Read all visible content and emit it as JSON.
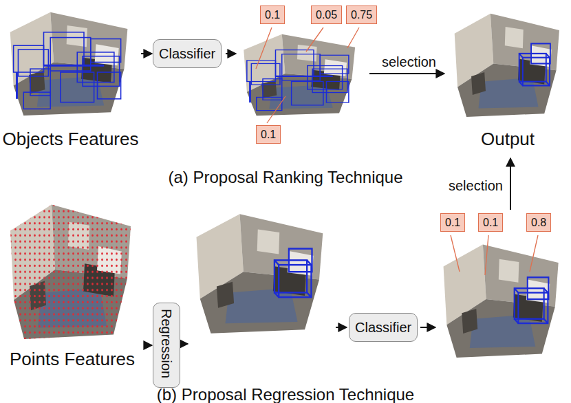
{
  "diagram": {
    "nodes": [
      {
        "text": [
          "Objects Features"
        ]
      },
      {
        "text": [
          "Classifier"
        ]
      },
      {
        "text": [
          "0.1"
        ]
      },
      {
        "text": [
          "0.05"
        ]
      },
      {
        "text": [
          "0.75"
        ]
      },
      {
        "text": [
          "0.1"
        ]
      },
      {
        "text": [
          "Output"
        ]
      },
      {
        "text": [
          "Points Features"
        ]
      },
      {
        "text": [
          "Regression"
        ]
      },
      {
        "text": [
          "Classifier"
        ]
      },
      {
        "text": [
          "0.1"
        ]
      },
      {
        "text": [
          "0.1"
        ]
      },
      {
        "text": [
          "0.8"
        ]
      }
    ],
    "edges": [
      {
        "from": 0,
        "to": 1,
        "arrow": "to"
      },
      {
        "from": 7,
        "to": 8,
        "arrow": "to"
      }
    ],
    "labels": [
      "selection",
      "selection",
      "(a) Proposal Ranking Technique",
      "(b) Proposal Regression Technique"
    ]
  }
}
